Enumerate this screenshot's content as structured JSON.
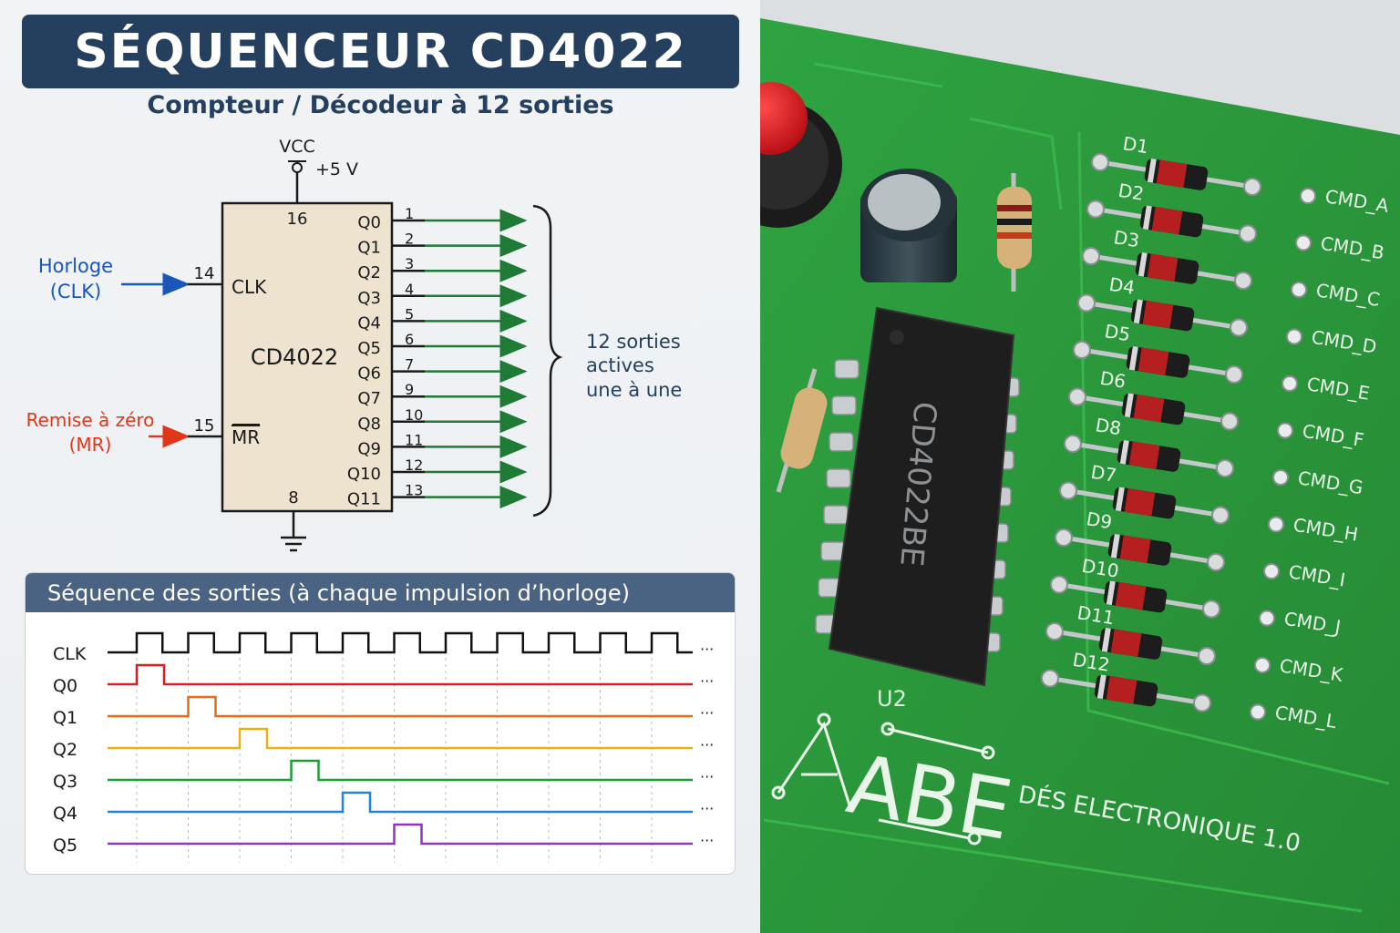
{
  "title": "SÉQUENCEUR CD4022",
  "subtitle": "Compteur / Décodeur à 12 sorties",
  "schematic": {
    "vcc_label": "VCC",
    "vcc_voltage": "+5 V",
    "chip_name": "CD4022",
    "vcc_pin": "16",
    "gnd_pin": "8",
    "clk_pin_number": "14",
    "clk_pin_label": "CLK",
    "mr_pin_number": "15",
    "mr_pin_label": "MR",
    "clk_input_label_1": "Horloge",
    "clk_input_label_2": "(CLK)",
    "mr_input_label_1": "Remise à zéro",
    "mr_input_label_2": "(MR)",
    "outputs": [
      {
        "name": "Q0",
        "pin": "1"
      },
      {
        "name": "Q1",
        "pin": "2"
      },
      {
        "name": "Q2",
        "pin": "3"
      },
      {
        "name": "Q3",
        "pin": "4"
      },
      {
        "name": "Q4",
        "pin": "5"
      },
      {
        "name": "Q5",
        "pin": "6"
      },
      {
        "name": "Q6",
        "pin": "7"
      },
      {
        "name": "Q7",
        "pin": "9"
      },
      {
        "name": "Q8",
        "pin": "10"
      },
      {
        "name": "Q9",
        "pin": "11"
      },
      {
        "name": "Q10",
        "pin": "12"
      },
      {
        "name": "Q11",
        "pin": "13"
      }
    ],
    "outputs_note_1": "12 sorties",
    "outputs_note_2": "actives",
    "outputs_note_3": "une à une"
  },
  "sequence": {
    "header": "Séquence des sorties (à chaque impulsion d’horloge)",
    "ellipsis": "···",
    "clock_pulses": 11,
    "signals": [
      {
        "name": "CLK",
        "color": "#111111"
      },
      {
        "name": "Q0",
        "color": "#d62020",
        "active_pulse": 1
      },
      {
        "name": "Q1",
        "color": "#ec6a12",
        "active_pulse": 2
      },
      {
        "name": "Q2",
        "color": "#e9b115",
        "active_pulse": 3
      },
      {
        "name": "Q3",
        "color": "#1e9c3a",
        "active_pulse": 4
      },
      {
        "name": "Q4",
        "color": "#1f86e0",
        "active_pulse": 5
      },
      {
        "name": "Q5",
        "color": "#8e35c4",
        "active_pulse": 6
      }
    ]
  },
  "colors": {
    "clk_input": "#1a56b8",
    "mr_input": "#e0361a",
    "output_arrows": "#1e7a34",
    "chip_fill": "#eee3cf",
    "pcb_green": "#2e9e3e"
  },
  "pcb": {
    "chip_marking": "CD4022BE",
    "chip_ref": "U2",
    "logo": "ABE",
    "board_name": "DÉS ELECTRONIQUE 1.0",
    "diodes": [
      {
        "ref": "D1",
        "cmd": "CMD_A"
      },
      {
        "ref": "D2",
        "cmd": "CMD_B"
      },
      {
        "ref": "D3",
        "cmd": "CMD_C"
      },
      {
        "ref": "D4",
        "cmd": "CMD_D"
      },
      {
        "ref": "D5",
        "cmd": "CMD_E"
      },
      {
        "ref": "D6",
        "cmd": "CMD_F"
      },
      {
        "ref": "D8",
        "cmd": "CMD_G"
      },
      {
        "ref": "D7",
        "cmd": "CMD_H"
      },
      {
        "ref": "D9",
        "cmd": "CMD_I"
      },
      {
        "ref": "D10",
        "cmd": "CMD_J"
      },
      {
        "ref": "D11",
        "cmd": "CMD_K"
      },
      {
        "ref": "D12",
        "cmd": "CMD_L"
      }
    ]
  }
}
